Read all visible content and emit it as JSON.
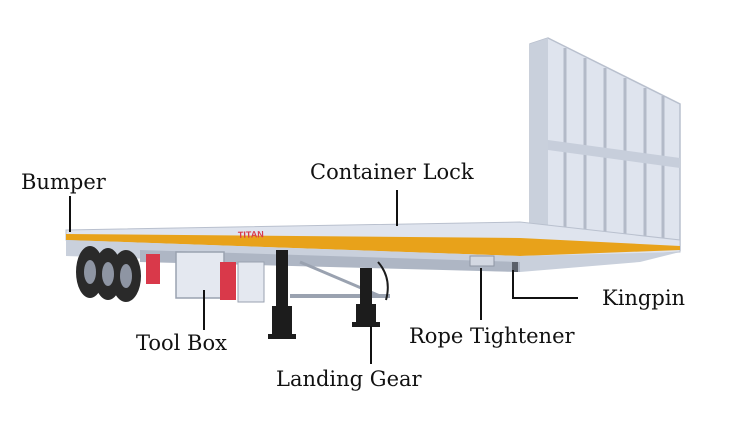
{
  "labels": {
    "bumper": "Bumper",
    "container_lock": "Container Lock",
    "kingpin": "Kingpin",
    "rope_tightener": "Rope Tightener",
    "tool_box": "Tool Box",
    "landing_gear": "Landing Gear"
  },
  "trailer_text": {
    "brand": "TITAN"
  },
  "colors": {
    "trailer_body": "#dfe4ee",
    "stripe": "#e8a21a",
    "reflector": "#d9394a",
    "landing_gear": "#1c1c1c",
    "tire": "#2a2a2a",
    "leader_line": "#111111"
  }
}
